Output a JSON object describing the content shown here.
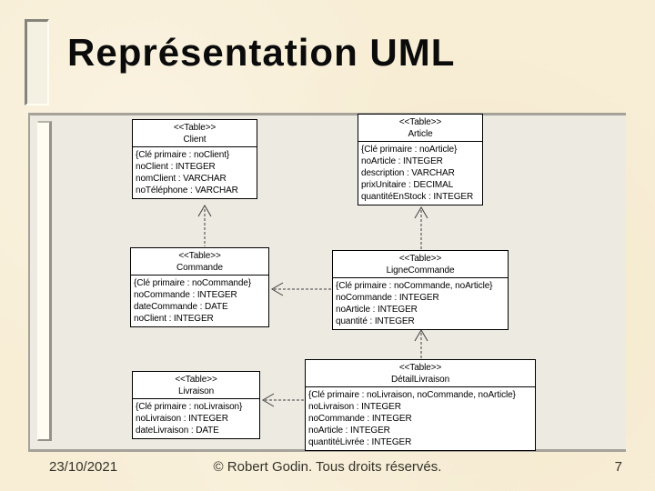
{
  "slide": {
    "title": "Représentation UML",
    "footer": {
      "date": "23/10/2021",
      "copyright": "© Robert Godin. Tous droits réservés.",
      "page_number": "7"
    }
  },
  "colors": {
    "background": "#f8eed6",
    "panel": "#edeae2",
    "panel_border": "#a5a29a",
    "table_fill": "#ffffff",
    "table_border": "#000000",
    "connector": "#3f3f3f",
    "title_text": "#0b0b0b",
    "footer_text": "#33332b"
  },
  "diagram": {
    "tables": [
      {
        "stereotype": "<<Table>>",
        "name": "Client",
        "attributes": [
          "{Clé primaire : noClient}",
          "noClient : INTEGER",
          "nomClient : VARCHAR",
          "noTéléphone : VARCHAR"
        ]
      },
      {
        "stereotype": "<<Table>>",
        "name": "Article",
        "attributes": [
          "{Clé primaire : noArticle}",
          "noArticle : INTEGER",
          "description : VARCHAR",
          "prixUnitaire : DECIMAL",
          "quantitéEnStock : INTEGER"
        ]
      },
      {
        "stereotype": "<<Table>>",
        "name": "Commande",
        "attributes": [
          "{Clé primaire : noCommande}",
          "noCommande : INTEGER",
          "dateCommande : DATE",
          "noClient : INTEGER"
        ]
      },
      {
        "stereotype": "<<Table>>",
        "name": "LigneCommande",
        "attributes": [
          "{Clé primaire : noCommande, noArticle}",
          "noCommande : INTEGER",
          "noArticle : INTEGER",
          "quantité : INTEGER"
        ]
      },
      {
        "stereotype": "<<Table>>",
        "name": "Livraison",
        "attributes": [
          "{Clé primaire : noLivraison}",
          "noLivraison : INTEGER",
          "dateLivraison : DATE"
        ]
      },
      {
        "stereotype": "<<Table>>",
        "name": "DétailLivraison",
        "attributes": [
          "{Clé primaire : noLivraison, noCommande, noArticle}",
          "noLivraison : INTEGER",
          "noCommande : INTEGER",
          "noArticle : INTEGER",
          "quantitéLivrée : INTEGER"
        ]
      }
    ],
    "relations": [
      {
        "from": "Commande",
        "to": "Client",
        "type": "dashed-dependency"
      },
      {
        "from": "LigneCommande",
        "to": "Article",
        "type": "dashed-dependency"
      },
      {
        "from": "LigneCommande",
        "to": "Commande",
        "type": "dashed-dependency"
      },
      {
        "from": "DétailLivraison",
        "to": "LigneCommande",
        "type": "dashed-dependency"
      },
      {
        "from": "DétailLivraison",
        "to": "Livraison",
        "type": "dashed-dependency"
      }
    ]
  }
}
